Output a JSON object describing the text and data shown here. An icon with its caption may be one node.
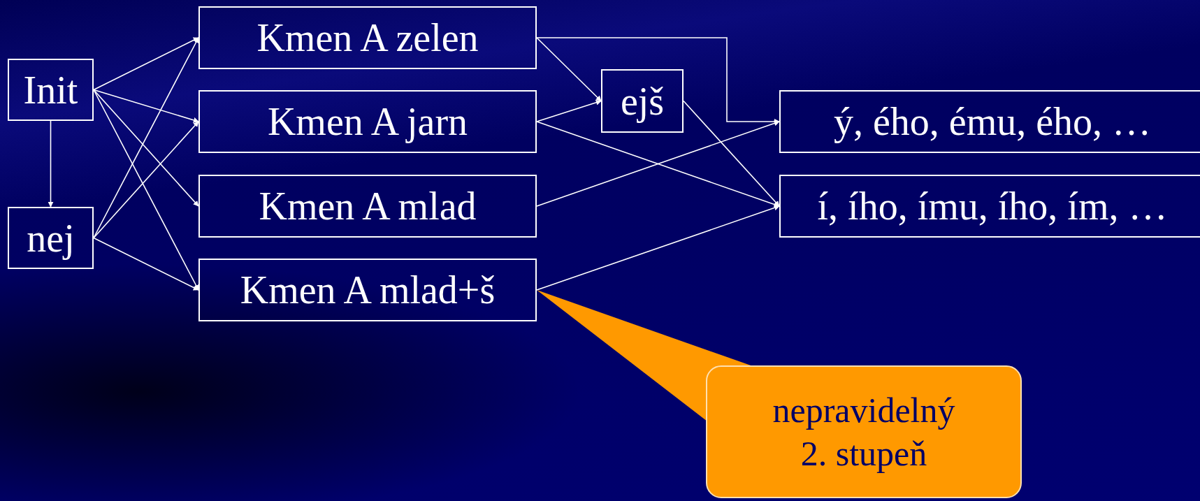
{
  "diagram": {
    "nodes": [
      {
        "text": [
          "Init"
        ]
      },
      {
        "text": [
          "nej"
        ]
      },
      {
        "text": [
          "Kmen A zelen"
        ]
      },
      {
        "text": [
          "Kmen A jarn"
        ]
      },
      {
        "text": [
          "Kmen A mlad"
        ]
      },
      {
        "text": [
          "Kmen A mlad+š"
        ]
      },
      {
        "text": [
          "ejš"
        ]
      },
      {
        "text": [
          "ý, ého, ému, ého, …"
        ]
      },
      {
        "text": [
          "í, ího, ímu, ího, ím, …"
        ]
      },
      {
        "text": [
          "nepravidelný 2. stupeň"
        ]
      }
    ],
    "edges": [
      {
        "from": 0,
        "to": 2,
        "arrow": "to"
      },
      {
        "from": 0,
        "to": 3,
        "arrow": "to"
      },
      {
        "from": 0,
        "to": 4,
        "arrow": "to"
      },
      {
        "from": 0,
        "to": 5,
        "arrow": "to"
      },
      {
        "from": 0,
        "to": 1,
        "arrow": "to"
      },
      {
        "from": 1,
        "to": 2,
        "arrow": "to"
      },
      {
        "from": 1,
        "to": 3,
        "arrow": "to"
      },
      {
        "from": 1,
        "to": 5,
        "arrow": "to"
      },
      {
        "from": 2,
        "to": 6,
        "arrow": "to"
      },
      {
        "from": 2,
        "to": 7,
        "arrow": "to"
      },
      {
        "from": 3,
        "to": 6,
        "arrow": "to"
      },
      {
        "from": 3,
        "to": 8,
        "arrow": "to"
      },
      {
        "from": 4,
        "to": 7,
        "arrow": "to"
      },
      {
        "from": 6,
        "to": 8,
        "arrow": "to"
      },
      {
        "from": 5,
        "to": 8,
        "arrow": "to"
      },
      {
        "from": 9,
        "to": 5,
        "arrow": "none",
        "color": "#ff9900"
      }
    ]
  }
}
